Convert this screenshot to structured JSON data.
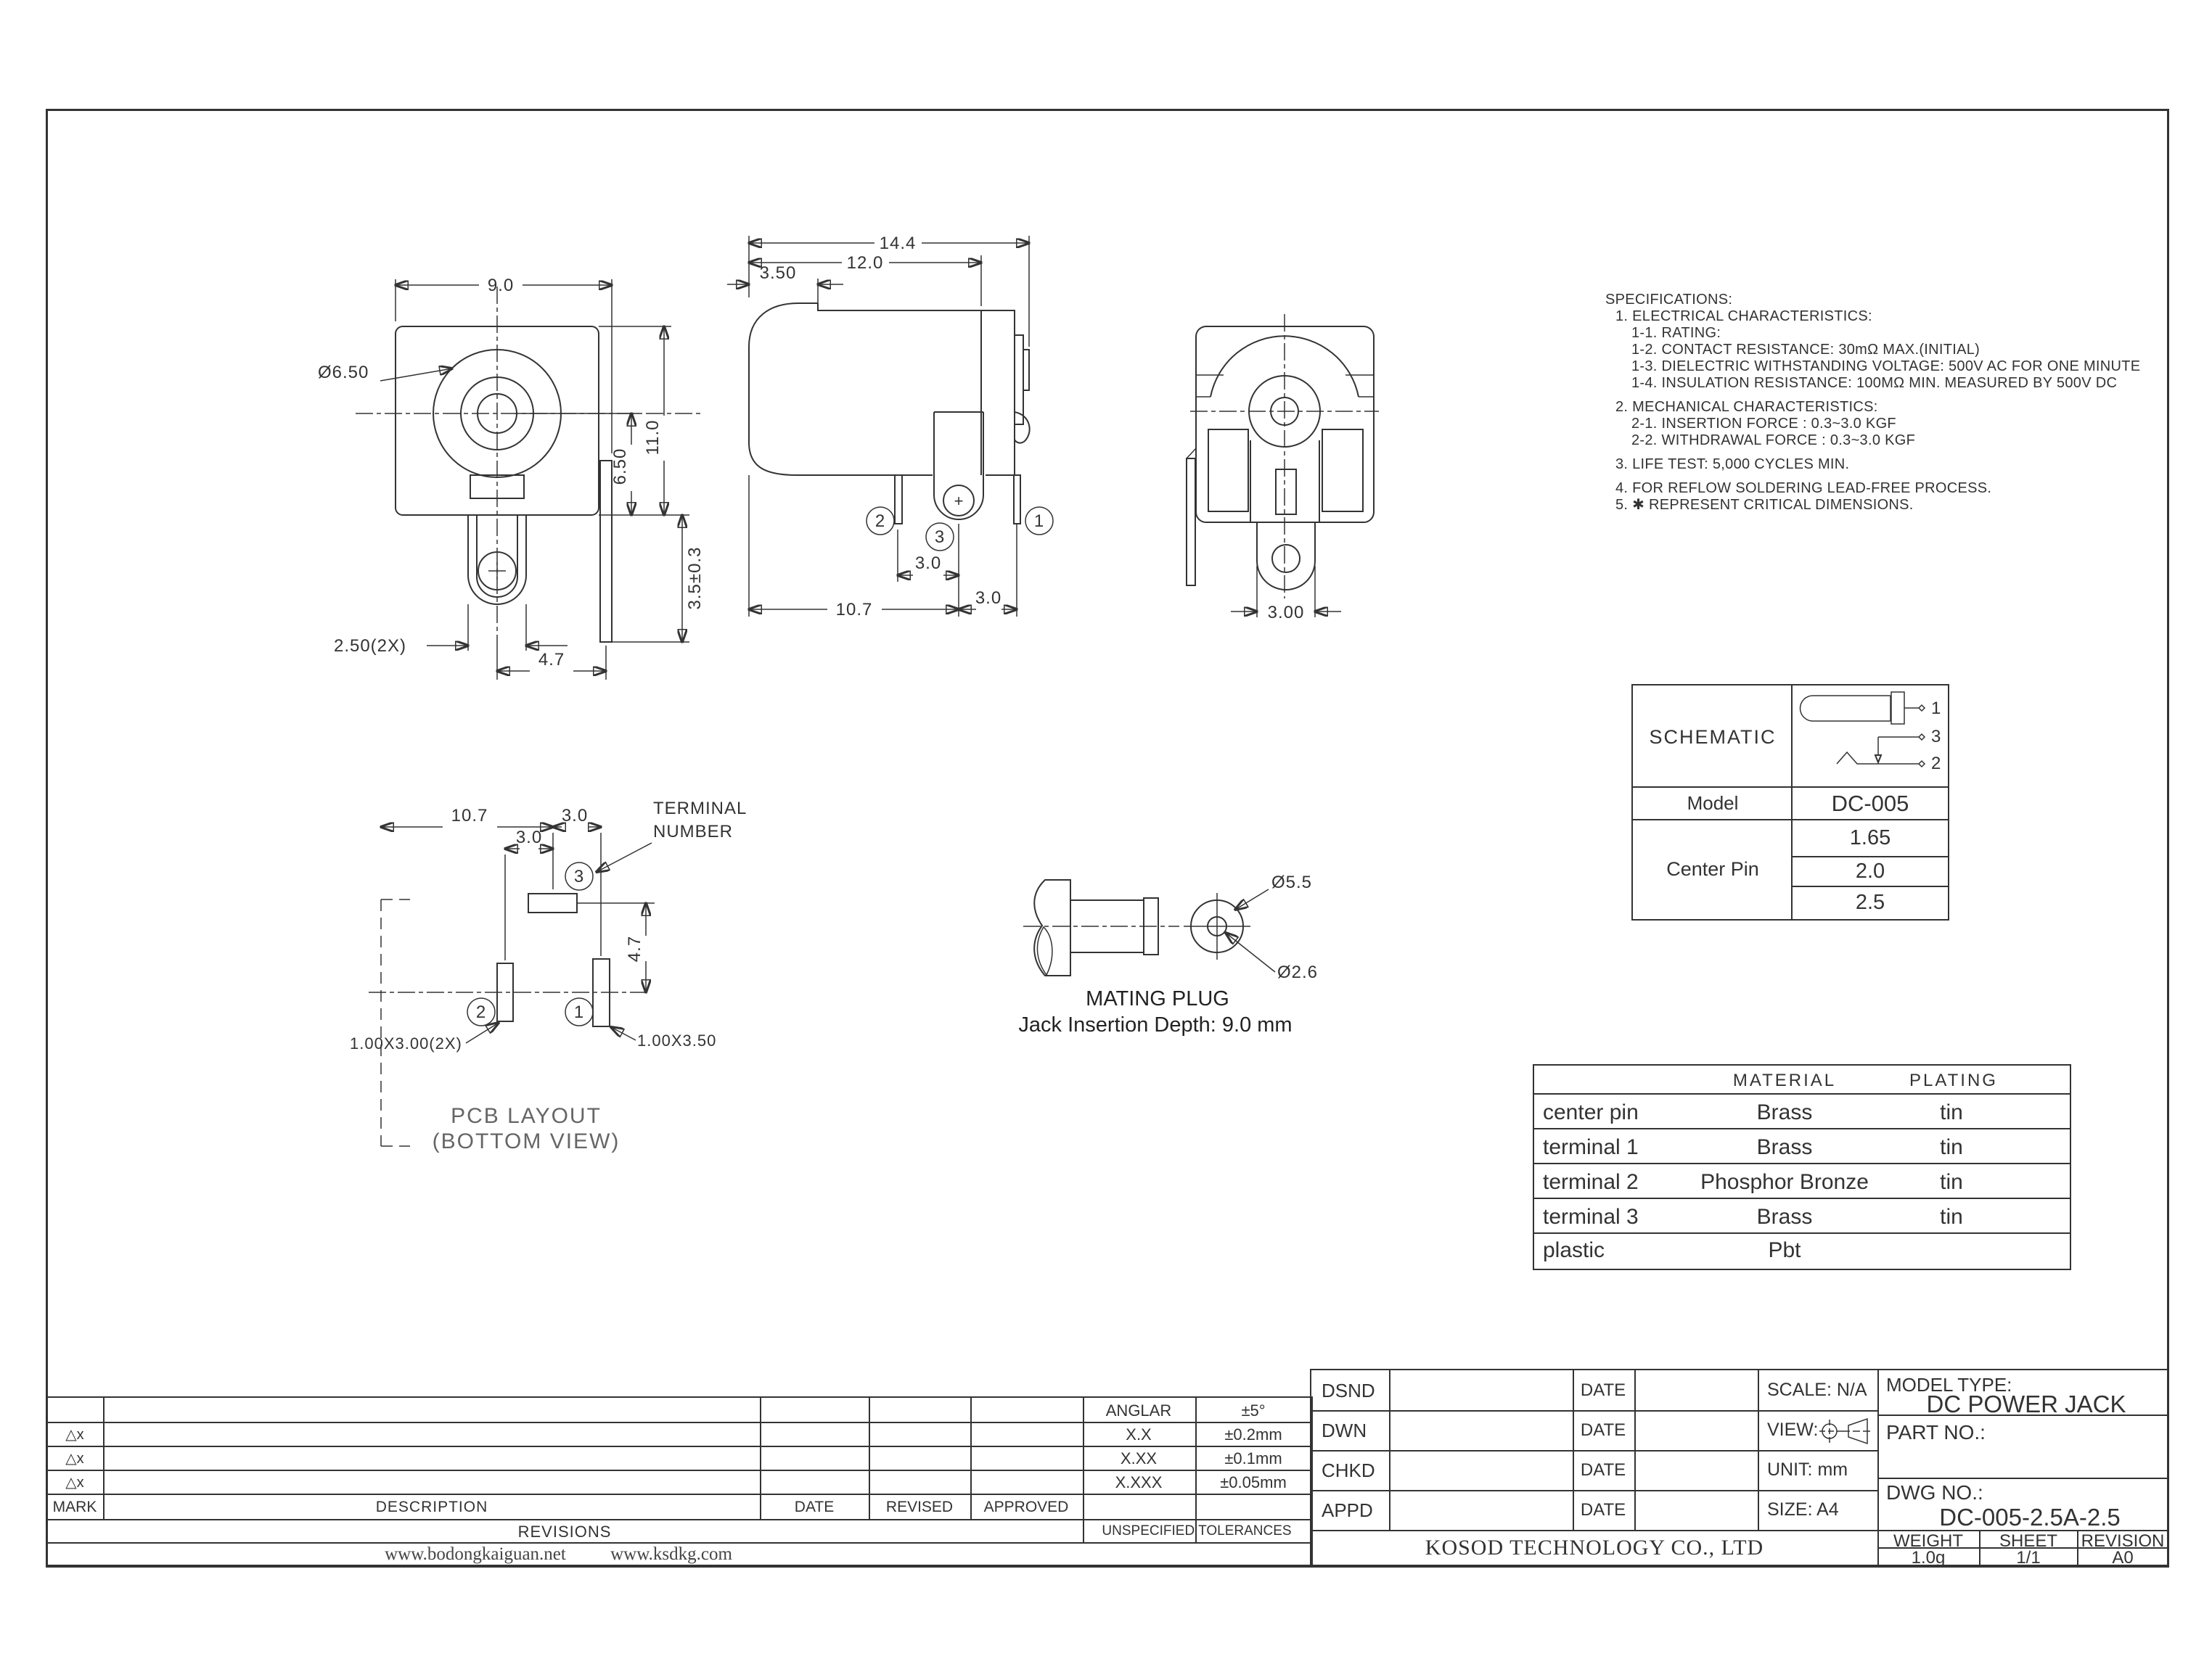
{
  "views": {
    "front": {
      "dims": {
        "width": "9.0",
        "diameter": "Ø6.50",
        "height": "11.0",
        "center_to_bottom": "6.50",
        "tab_width": "2.50(2X)",
        "pin_offset": "4.7",
        "pin_length": "3.5±0.3"
      }
    },
    "side": {
      "dims": {
        "total_depth": "14.4",
        "body_depth": "12.0",
        "front_offset": "3.50",
        "pin2_pin3": "3.0",
        "body_to_pin3": "10.7",
        "pin3_pin1": "3.0"
      },
      "terminals": [
        "2",
        "3",
        "1"
      ],
      "plus": "+"
    },
    "back": {
      "dims": {
        "slot_width": "3.00"
      }
    },
    "pcb": {
      "title": "PCB LAYOUT",
      "subtitle": "(BOTTOM VIEW)",
      "callout_line1": "TERMINAL",
      "callout_line2": "NUMBER",
      "dims": {
        "left_to_pin3": "10.7",
        "pin3_to_pin1": "3.0",
        "pin2_to_pin3": "3.0",
        "vertical": "4.7"
      },
      "pad_small": "1.00X3.00(2X)",
      "pad_large": "1.00X3.50",
      "terminals": [
        "3",
        "2",
        "1"
      ]
    },
    "plug": {
      "title": "MATING PLUG",
      "subtitle": "Jack Insertion Depth: 9.0 mm",
      "dims": {
        "outer": "Ø5.5",
        "inner": "Ø2.6"
      }
    }
  },
  "specifications": {
    "lines": [
      "SPECIFICATIONS:",
      "1. ELECTRICAL CHARACTERISTICS:",
      "1-1. RATING:",
      "1-2. CONTACT RESISTANCE: 30mΩ MAX.(INITIAL)",
      "1-3. DIELECTRIC WITHSTANDING VOLTAGE: 500V AC FOR ONE MINUTE",
      "1-4. INSULATION RESISTANCE: 100MΩ MIN. MEASURED BY 500V DC",
      "2. MECHANICAL CHARACTERISTICS:",
      "2-1. INSERTION FORCE : 0.3~3.0 KGF",
      "2-2. WITHDRAWAL FORCE : 0.3~3.0 KGF",
      "3. LIFE TEST: 5,000 CYCLES MIN.",
      "4. FOR REFLOW SOLDERING LEAD-FREE PROCESS.",
      "5. ✱ REPRESENT CRITICAL DIMENSIONS."
    ]
  },
  "schematic": {
    "title": "SCHEMATIC",
    "model_label": "Model",
    "model_value": "DC-005",
    "center_pin_label": "Center Pin",
    "center_pin_values": [
      "1.65",
      "2.0",
      "2.5"
    ],
    "pins": [
      "1",
      "3",
      "2"
    ]
  },
  "material_table": {
    "headers": {
      "material": "MATERIAL",
      "plating": "PLATING"
    },
    "rows": [
      {
        "part": "center pin",
        "material": "Brass",
        "plating": "tin"
      },
      {
        "part": "terminal 1",
        "material": "Brass",
        "plating": "tin"
      },
      {
        "part": "terminal 2",
        "material": "Phosphor Bronze",
        "plating": "tin"
      },
      {
        "part": "terminal 3",
        "material": "Brass",
        "plating": "tin"
      },
      {
        "part": "plastic",
        "material": "Pbt",
        "plating": ""
      }
    ]
  },
  "revisions_table": {
    "mark_header": "MARK",
    "description_header": "DESCRIPTION",
    "date_header": "DATE",
    "revised_header": "REVISED",
    "approved_header": "APPROVED",
    "revisions_label": "REVISIONS",
    "row_mark": "△x",
    "websites": [
      "www.bodongkaiguan.net",
      "www.ksdkg.com"
    ]
  },
  "tolerances": {
    "title": "UNSPECIFIED TOLERANCES",
    "rows": [
      [
        "ANGLAR",
        "±5°"
      ],
      [
        "X.X",
        "±0.2mm"
      ],
      [
        "X.XX",
        "±0.1mm"
      ],
      [
        "X.XXX",
        "±0.05mm"
      ]
    ]
  },
  "title_block": {
    "dsnd": "DSND",
    "dwn": "DWN",
    "chkd": "CHKD",
    "appd": "APPD",
    "date": "DATE",
    "scale": "SCALE: N/A",
    "view_label": "VIEW:",
    "unit": "UNIT: mm",
    "size": "SIZE: A4",
    "model_type_label": "MODEL TYPE:",
    "model_type": "DC POWER JACK",
    "part_no_label": "PART NO.:",
    "dwg_no_label": "DWG NO.:",
    "dwg_no": "DC-005-2.5A-2.5",
    "weight_label": "WEIGHT",
    "sheet_label": "SHEET",
    "revision_label": "REVISION",
    "weight": "1.0g",
    "sheet": "1/1",
    "revision": "A0",
    "company": "KOSOD TECHNOLOGY CO., LTD"
  }
}
